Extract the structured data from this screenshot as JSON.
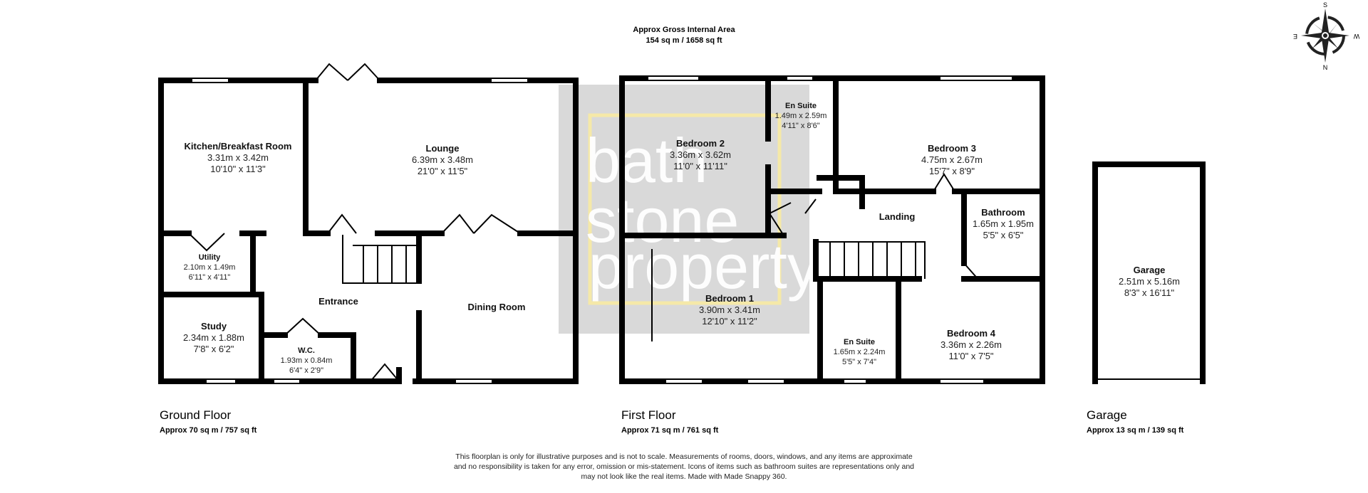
{
  "header": {
    "title": "Approx Gross Internal Area",
    "total": "154 sq m / 1658 sq ft"
  },
  "compass": {
    "n": "N",
    "s": "S",
    "e": "E",
    "w": "W"
  },
  "watermark": {
    "line1": "bath",
    "line2": "stone",
    "line3": "property",
    "box_color": "#d9d9d9",
    "accent": "#f5e9a8"
  },
  "ground_floor": {
    "label": "Ground Floor",
    "area": "Approx 70 sq m / 757 sq ft",
    "rooms": [
      {
        "name": "Kitchen/Breakfast Room",
        "metric": "3.31m x 3.42m",
        "imperial": "10'10\" x 11'3\""
      },
      {
        "name": "Lounge",
        "metric": "6.39m x 3.48m",
        "imperial": "21'0\" x 11'5\""
      },
      {
        "name": "Utility",
        "metric": "2.10m x 1.49m",
        "imperial": "6'11\" x 4'11\""
      },
      {
        "name": "Study",
        "metric": "2.34m x 1.88m",
        "imperial": "7'8\" x 6'2\""
      },
      {
        "name": "Entrance"
      },
      {
        "name": "W.C.",
        "metric": "1.93m x 0.84m",
        "imperial": "6'4\" x 2'9\""
      },
      {
        "name": "Dining Room"
      }
    ]
  },
  "first_floor": {
    "label": "First Floor",
    "area": "Approx 71 sq m / 761 sq ft",
    "rooms": [
      {
        "name": "Bedroom 2",
        "metric": "3.36m x 3.62m",
        "imperial": "11'0\" x 11'11\""
      },
      {
        "name": "En Suite",
        "metric": "1.49m x 2.59m",
        "imperial": "4'11\" x 8'6\""
      },
      {
        "name": "Bedroom 3",
        "metric": "4.75m x 2.67m",
        "imperial": "15'7\" x 8'9\""
      },
      {
        "name": "Landing"
      },
      {
        "name": "Bathroom",
        "metric": "1.65m x 1.95m",
        "imperial": "5'5\" x 6'5\""
      },
      {
        "name": "Bedroom 1",
        "metric": "3.90m x 3.41m",
        "imperial": "12'10\" x 11'2\""
      },
      {
        "name": "En Suite",
        "metric": "1.65m x 2.24m",
        "imperial": "5'5\" x 7'4\""
      },
      {
        "name": "Bedroom 4",
        "metric": "3.36m x 2.26m",
        "imperial": "11'0\" x 7'5\""
      }
    ]
  },
  "garage": {
    "label": "Garage",
    "area": "Approx 13 sq m / 139 sq ft",
    "rooms": [
      {
        "name": "Garage",
        "metric": "2.51m x 5.16m",
        "imperial": "8'3\" x 16'11\""
      }
    ]
  },
  "disclaimer": {
    "line1": "This floorplan is only for illustrative purposes and is not to scale. Measurements of rooms, doors, windows, and any items are approximate",
    "line2": "and no responsibility is taken for any error, omission or mis-statement. Icons of items such as bathroom suites are representations only and",
    "line3": "may not look like the real items. Made with Made Snappy 360."
  }
}
